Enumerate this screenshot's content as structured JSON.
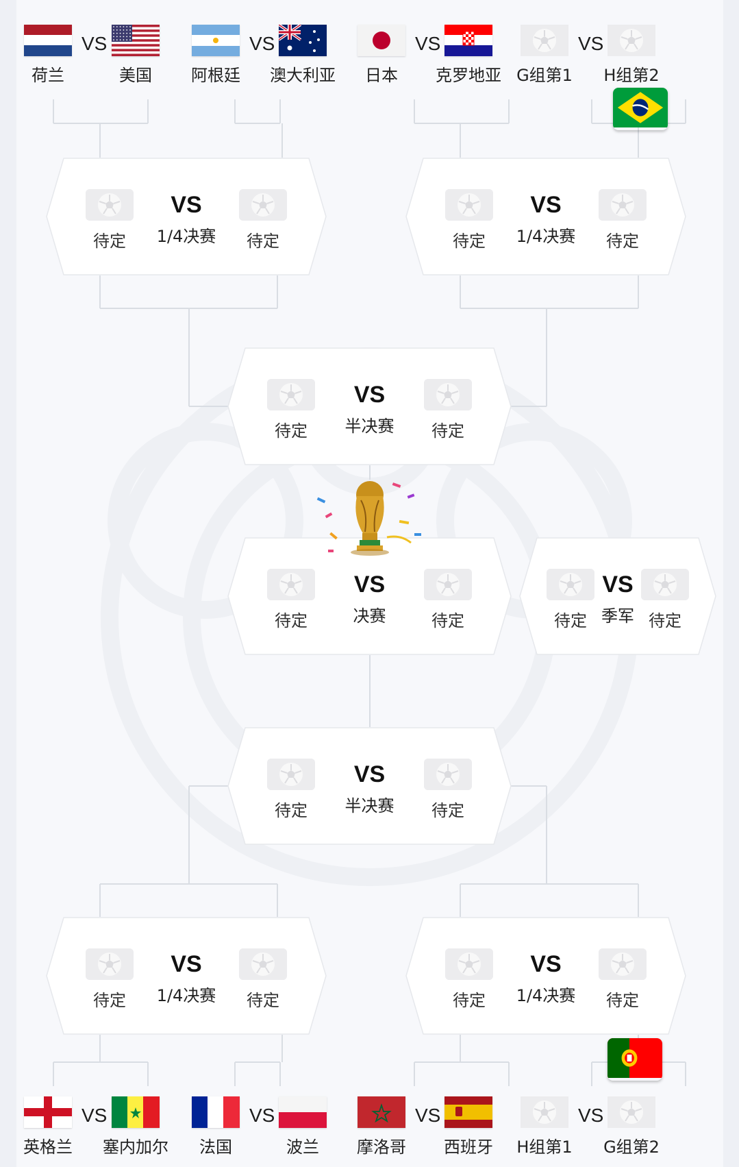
{
  "vs_label": "VS",
  "top_row": [
    {
      "left": {
        "name": "荷兰",
        "flag": "netherlands"
      },
      "right": {
        "name": "美国",
        "flag": "usa"
      }
    },
    {
      "left": {
        "name": "阿根廷",
        "flag": "argentina"
      },
      "right": {
        "name": "澳大利亚",
        "flag": "australia"
      }
    },
    {
      "left": {
        "name": "日本",
        "flag": "japan"
      },
      "right": {
        "name": "克罗地亚",
        "flag": "croatia"
      }
    },
    {
      "left": {
        "name": "G组第1",
        "flag": "placeholder-ball"
      },
      "right": {
        "name": "H组第2",
        "flag": "placeholder-ball"
      }
    }
  ],
  "bottom_row": [
    {
      "left": {
        "name": "英格兰",
        "flag": "england"
      },
      "right": {
        "name": "塞内加尔",
        "flag": "senegal"
      }
    },
    {
      "left": {
        "name": "法国",
        "flag": "france"
      },
      "right": {
        "name": "波兰",
        "flag": "poland"
      }
    },
    {
      "left": {
        "name": "摩洛哥",
        "flag": "morocco"
      },
      "right": {
        "name": "西班牙",
        "flag": "spain"
      }
    },
    {
      "left": {
        "name": "H组第1",
        "flag": "placeholder-ball"
      },
      "right": {
        "name": "G组第2",
        "flag": "placeholder-ball"
      }
    }
  ],
  "matches": {
    "qf1": {
      "left": "待定",
      "right": "待定",
      "round": "1/4决赛"
    },
    "qf2": {
      "left": "待定",
      "right": "待定",
      "round": "1/4决赛"
    },
    "sf1": {
      "left": "待定",
      "right": "待定",
      "round": "半决赛"
    },
    "final": {
      "left": "待定",
      "right": "待定",
      "round": "决赛"
    },
    "third": {
      "left": "待定",
      "right": "待定",
      "round": "季军"
    },
    "sf2": {
      "left": "待定",
      "right": "待定",
      "round": "半决赛"
    },
    "qf3": {
      "left": "待定",
      "right": "待定",
      "round": "1/4决赛"
    },
    "qf4": {
      "left": "待定",
      "right": "待定",
      "round": "1/4决赛"
    }
  },
  "advancing_flags": {
    "top": "brazil",
    "bottom": "portugal"
  },
  "icons": {
    "trophy": "world-cup-trophy-icon",
    "placeholder": "soccer-ball-icon"
  },
  "colors": {
    "background": "#f7f8fb",
    "card": "#ffffff",
    "connector": "#d9dde3",
    "text": "#1a1a1a"
  }
}
